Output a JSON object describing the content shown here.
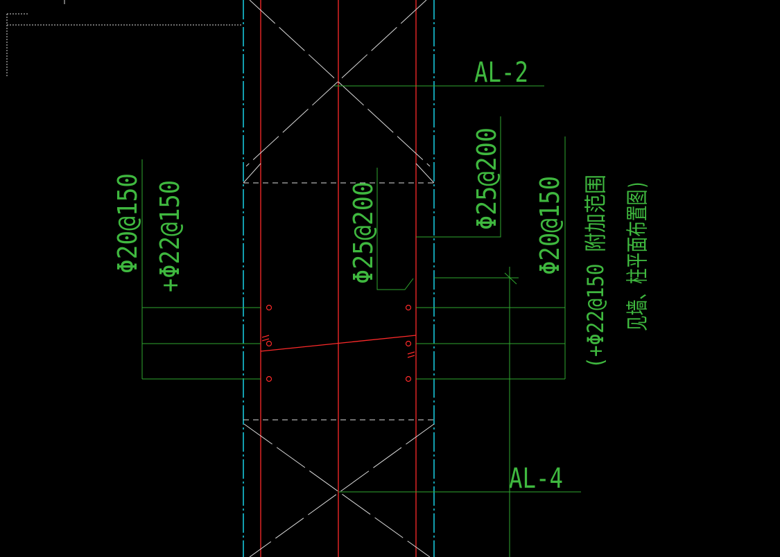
{
  "colors": {
    "background": "#000000",
    "text_green": "#3fb83f",
    "line_green": "#2fa82f",
    "column_cyan": "#19d3e8",
    "rebar_red": "#ff2a2a",
    "white_lines": "#dcdcdc"
  },
  "labels": {
    "al2": "AL-2",
    "al4": "AL-4",
    "left_main": "Φ20@150",
    "left_add": "+Φ22@150",
    "center": "Φ25@200",
    "right_top": "Φ25@200",
    "right_main": "Φ20@150",
    "note_line1": "(+Φ22@150 附加范围",
    "note_line2": "见墙、柱平面布置图)"
  }
}
